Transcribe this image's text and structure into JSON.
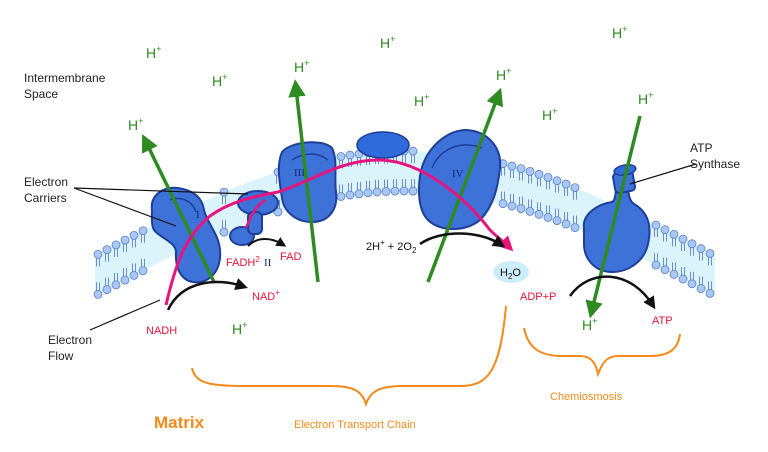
{
  "labels": {
    "intermembrane_line1": "Intermembrane",
    "intermembrane_line2": "Space",
    "electron_carriers_line1": "Electron",
    "electron_carriers_line2": "Carriers",
    "electron_flow_line1": "Electron",
    "electron_flow_line2": "Flow",
    "atp_synthase_line1": "ATP",
    "atp_synthase_line2": "Synthase",
    "matrix": "Matrix",
    "etc": "Electron Transport Chain",
    "chemiosmosis": "Chemiosmosis"
  },
  "complexes": {
    "c1": "I",
    "c2": "II",
    "c3": "III",
    "c4": "IV"
  },
  "molecules": {
    "nadh": "NADH",
    "nad": "NAD",
    "nad_sup": "+",
    "fadh": "FADH",
    "fadh_sup": "2",
    "fad": "FAD",
    "water_h": "H",
    "water_sub": "2",
    "water_o": "O",
    "adp": "ADP+P",
    "atp": "ATP",
    "reaction_2": "2H",
    "reaction_plus": "+",
    "reaction_mid": " + 2O",
    "reaction_sub": "2"
  },
  "proton": {
    "h": "H",
    "sup": "+"
  },
  "colors": {
    "protein": "#3f72d8",
    "protein_stroke": "#1d3f9a",
    "membrane_head": "#a9c8f5",
    "membrane_fill": "#dbf4fb",
    "proton_arrow": "#2e8b22",
    "electron_arrow": "#e8147d",
    "brace": "#f28a1c",
    "label_red": "#e8143c"
  }
}
